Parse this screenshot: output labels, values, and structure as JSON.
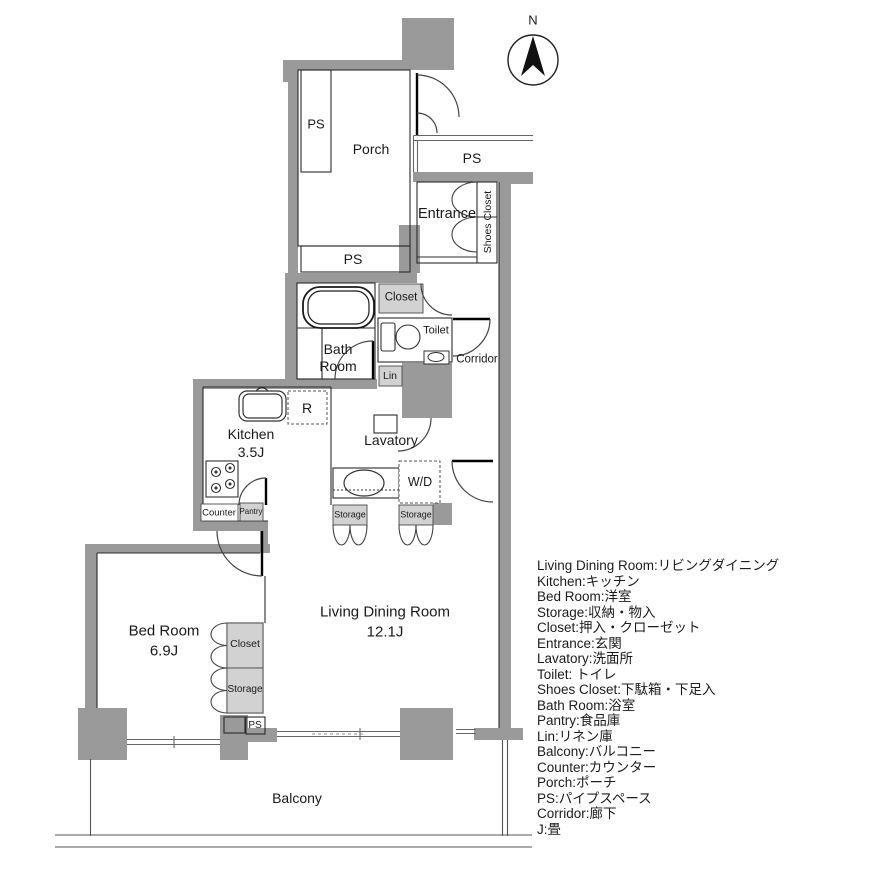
{
  "compass": {
    "north_label": "N"
  },
  "rooms": {
    "porch": "Porch",
    "ps_porch": "PS",
    "ps_right": "PS",
    "ps_band": "PS",
    "ps_small": "PS",
    "entrance": "Entrance",
    "shoes_closet": "Shoes Closet",
    "bath_line1": "Bath",
    "bath_line2": "Room",
    "closet_toilet": "Closet",
    "toilet": "Toilet",
    "corridor": "Corridor",
    "lin": "Lin",
    "lavatory": "Lavatory",
    "wd": "W/D",
    "storage1": "Storage",
    "storage2": "Storage",
    "kitchen_name": "Kitchen",
    "kitchen_size": "3.5J",
    "refrigerator": "R",
    "counter": "Counter",
    "pantry": "Pantry",
    "bedroom_name": "Bed Room",
    "bedroom_size": "6.9J",
    "closet_bedroom": "Closet",
    "storage_bedroom": "Storage",
    "ldr_name": "Living Dining Room",
    "ldr_size": "12.1J",
    "balcony": "Balcony"
  },
  "legend": {
    "lines": [
      "Living Dining Room:リビングダイニング",
      "Kitchen:キッチン",
      "Bed Room:洋室",
      "Storage:収納・物入",
      "Closet:押入・クローゼット",
      "Entrance:玄関",
      "Lavatory:洗面所",
      "Toilet: トイレ",
      "Shoes Closet:下駄箱・下足入",
      "Bath Room:浴室",
      "Pantry:食品庫",
      "Lin:リネン庫",
      "Balcony:バルコニー",
      "Counter:カウンター",
      "Porch:ポーチ",
      "PS:パイプスペース",
      "Corridor:廊下",
      "J:畳"
    ]
  },
  "colors": {
    "wall": "#9a9a9a",
    "closet_fill": "#d2d2d2",
    "line": "#2b2b2b"
  }
}
